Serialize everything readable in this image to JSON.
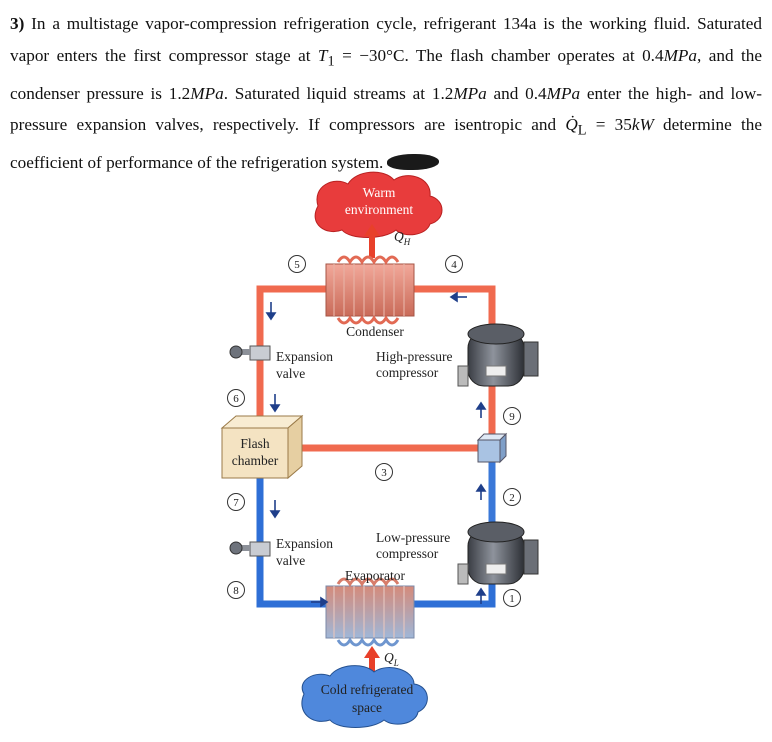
{
  "problem": {
    "number": "3)",
    "s1": "In a multistage vapor-compression refrigeration cycle, refrigerant 134a is the working fluid. Saturated vapor enters the first compressor stage at ",
    "t1_sym": "T",
    "t1_sub": "1",
    "t1_val": " = −30°C",
    "s2": ". The flash chamber operates at 0.4",
    "u1": "MPa",
    "s3": ", and the condenser pressure is 1.2",
    "u2": "MPa",
    "s4": ". Saturated liquid streams at 1.2",
    "u3": "MPa",
    "s5": " and 0.4",
    "u4": "MPa",
    "s6": " enter the high- and low-pressure expansion valves, respectively. If compressors are isentropic and ",
    "q_sym": "Q̇",
    "q_sub": "L",
    "q_val": " = 35",
    "u5": "kW",
    "s7": " determine the coefficient of performance of the refrigeration system."
  },
  "diagram": {
    "warm_line1": "Warm",
    "warm_line2": "environment",
    "qh": "Q",
    "qh_sub": "H",
    "condenser": "Condenser",
    "exp_valve_top_1": "Expansion",
    "exp_valve_top_2": "valve",
    "hp_comp_1": "High-pressure",
    "hp_comp_2": "compressor",
    "flash_1": "Flash",
    "flash_2": "chamber",
    "exp_valve_bot_1": "Expansion",
    "exp_valve_bot_2": "valve",
    "lp_comp_1": "Low-pressure",
    "lp_comp_2": "compressor",
    "evaporator": "Evaporator",
    "ql": "Q",
    "ql_sub": "L",
    "cold_line1": "Cold refrigerated",
    "cold_line2": "space",
    "states": [
      "1",
      "2",
      "3",
      "4",
      "5",
      "6",
      "7",
      "8",
      "9"
    ]
  },
  "colors": {
    "hot_pipe": "#f06a4f",
    "cold_pipe": "#2e6fd6",
    "warm_cloud": "#e83c3c",
    "cold_cloud": "#4f88dc",
    "flash_box": "#f4e3c2"
  }
}
